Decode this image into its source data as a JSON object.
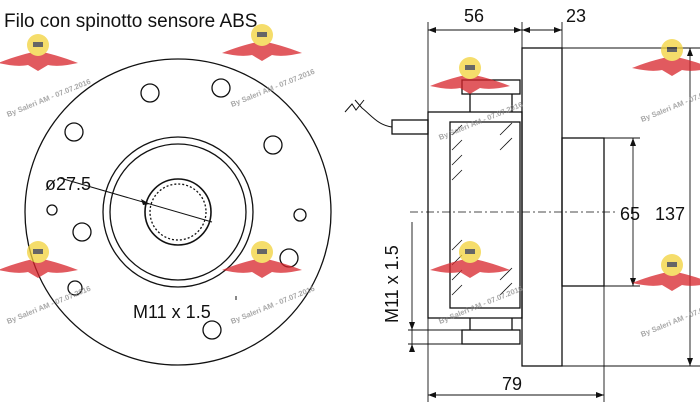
{
  "title": "Filo con spinotto sensore ABS",
  "front_view": {
    "bore_diameter_label": "ø27.5",
    "thread_label": "M11 x 1.5"
  },
  "side_view": {
    "dim_top_left": "56",
    "dim_top_right": "23",
    "dim_inner_diameter": "65",
    "dim_outer_diameter": "137",
    "dim_thread": "M11 x 1.5",
    "dim_total_width": "79"
  },
  "watermark": {
    "text": "By Saleri AM - 07.07.2016",
    "colors": {
      "wing": "#d8232a",
      "badge": "#f2d23a"
    }
  },
  "colors": {
    "line": "#111111",
    "background": "#ffffff"
  }
}
